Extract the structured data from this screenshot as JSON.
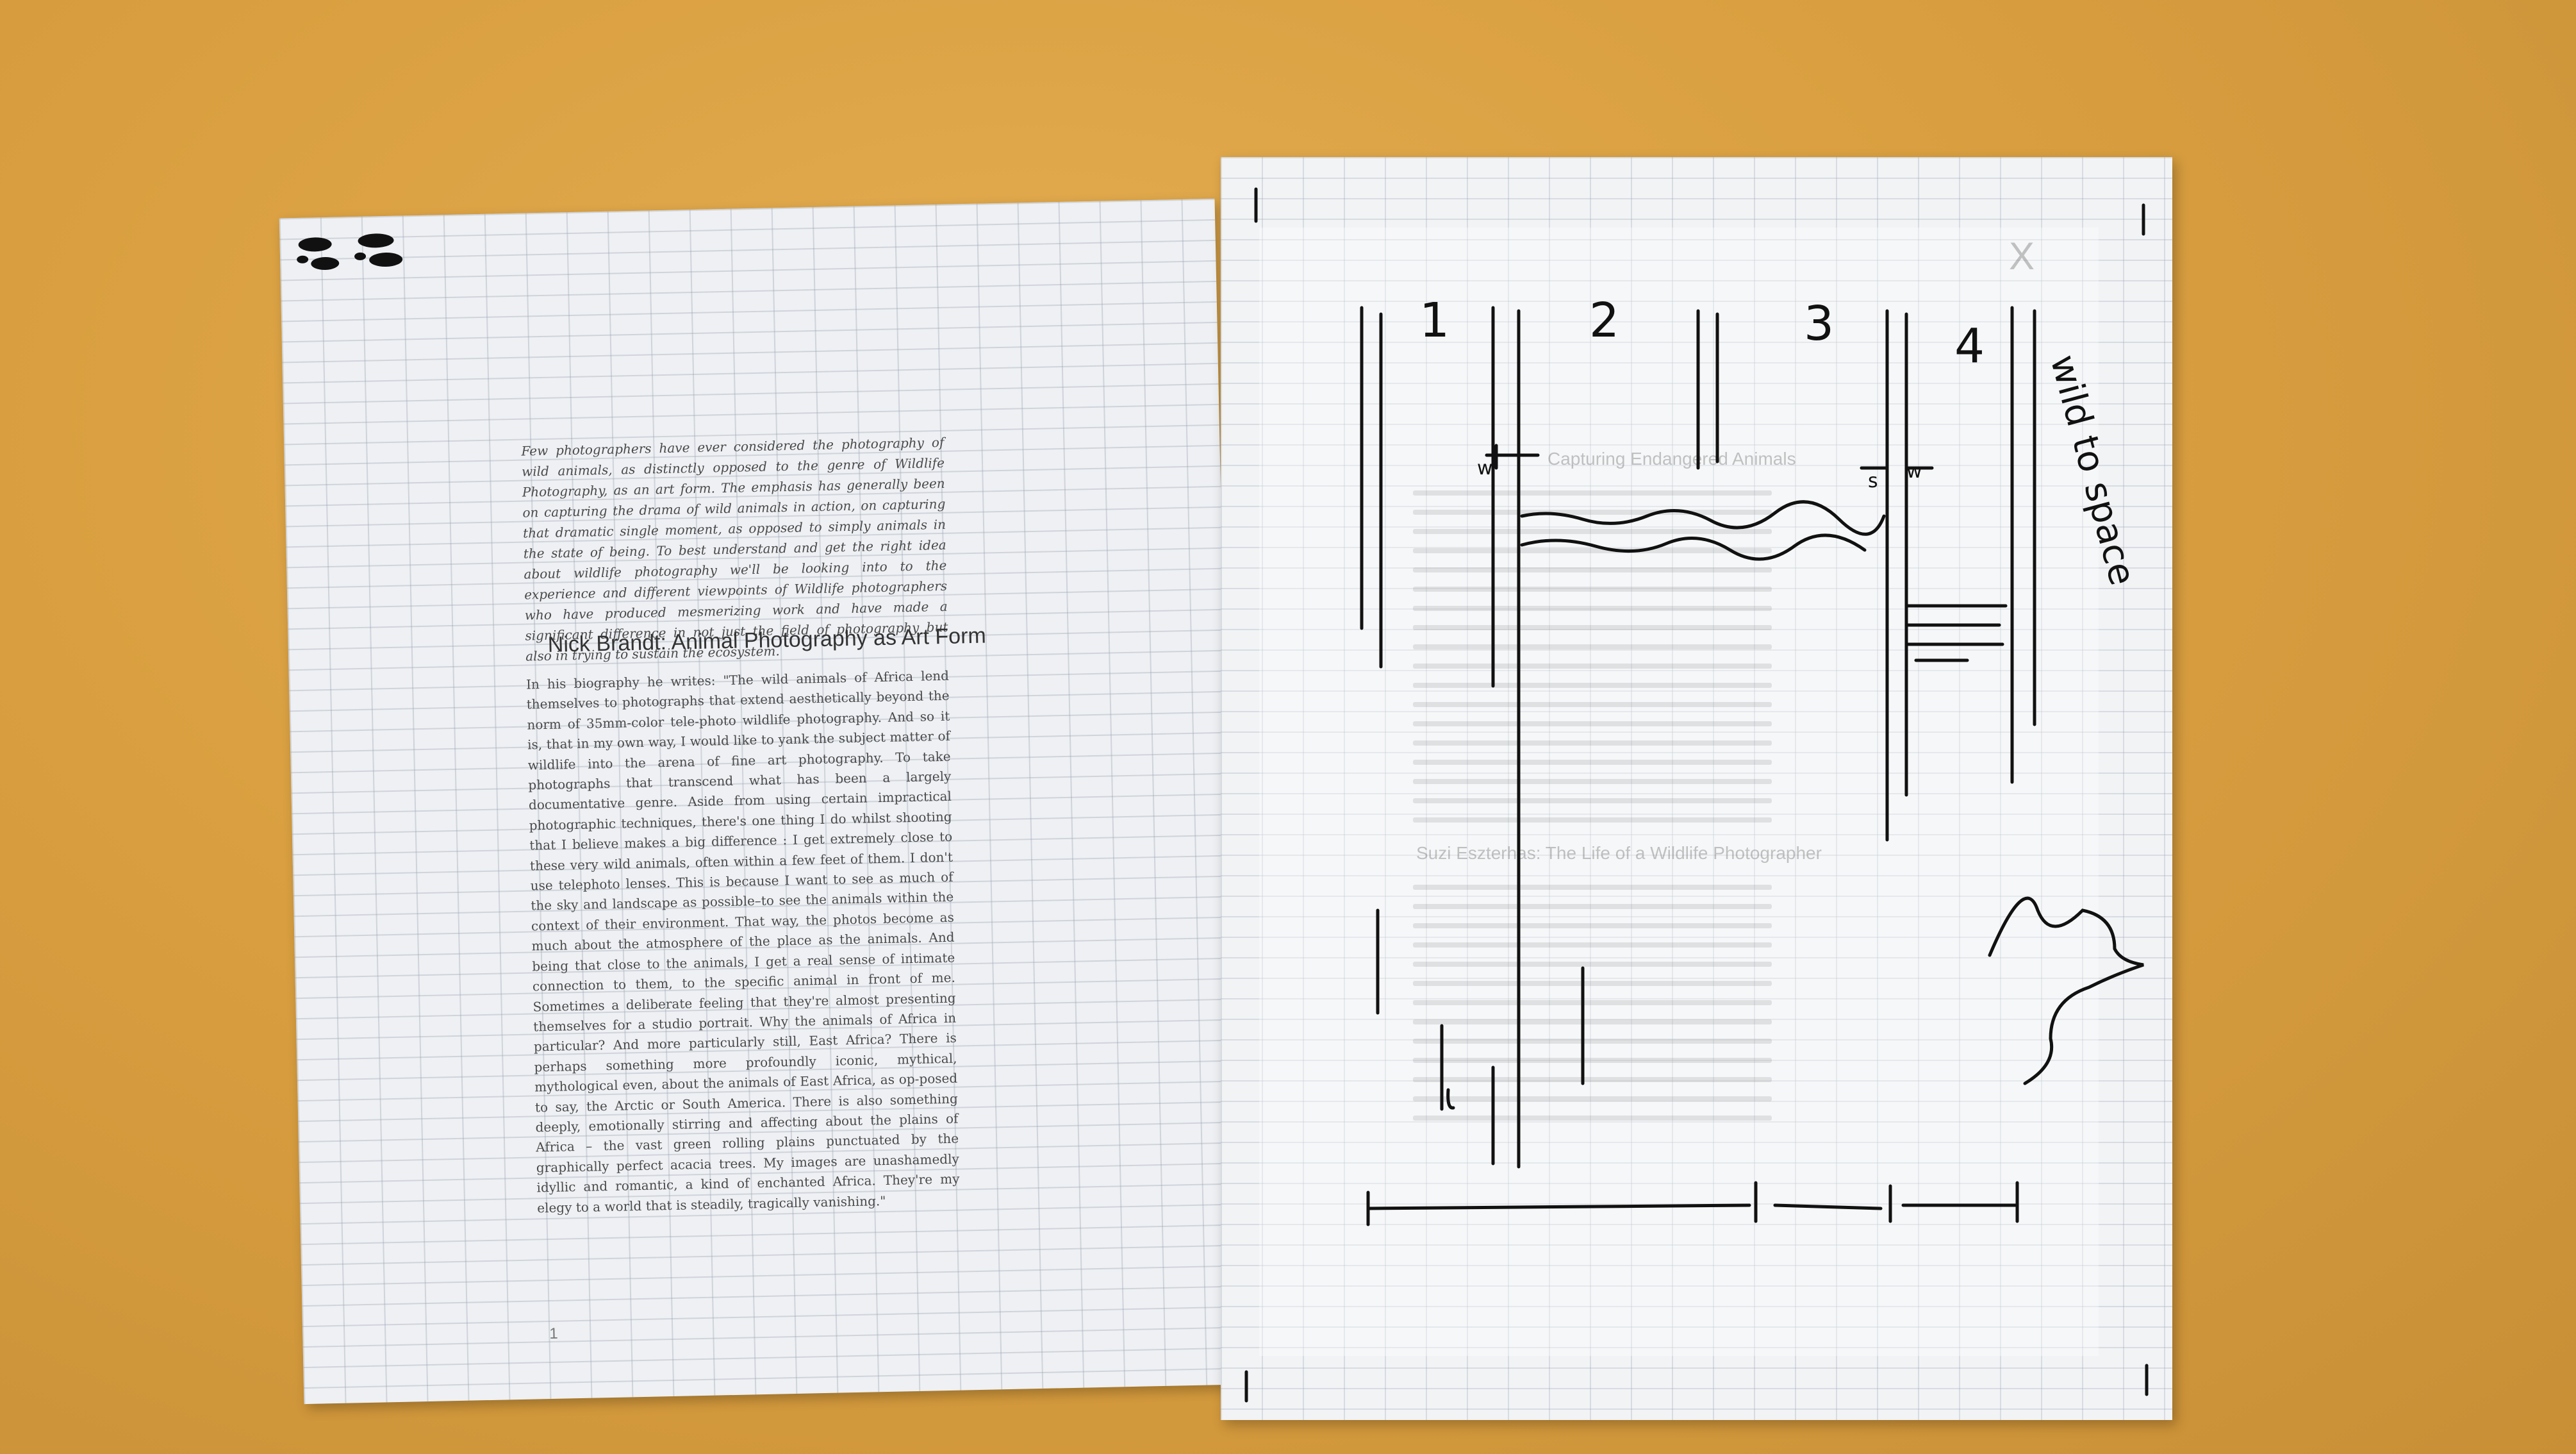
{
  "scene": {
    "description_free": true,
    "colors": {
      "board": "#d99f40",
      "paper": "#eef0f3",
      "ink": "#111111",
      "print": "#4a4a4a"
    }
  },
  "left_page": {
    "intro": "Few photographers have ever considered the photography of wild animals, as distinctly opposed to the genre of Wildlife Photography, as an art form. The emphasis has generally been on capturing the drama of wild animals in action, on capturing that dramatic single moment, as opposed to simply animals in the state of being. To best understand and get the right idea about wildlife photography we'll be looking into to the experience and different viewpoints of Wildlife photographers who have produced mesmerizing work and have made a significant difference in not just the field of photography but also in trying to sustain the ecosystem.",
    "heading": "Nick Brandt: Animal Photography as Art Form",
    "body": "In his biography he writes: \"The wild animals of Africa lend themselves to photographs that extend aesthetically beyond the norm of 35mm-color tele-photo wildlife photography. And so it is, that in my own way, I would like to yank the subject matter of wildlife into the arena of fine art photography. To take photographs that transcend what has been a largely documentative genre. Aside from using certain impractical photographic techniques, there's one thing I do whilst shooting that I believe makes a big difference : I get extremely close to these very wild animals, often within a few feet of them. I don't use telephoto lenses. This is because I want to see as much of the sky and landscape as possible–to see the animals within the context of their environment. That way, the photos become as much about the atmosphere of the place as the animals. And being that close to the animals, I get a real sense of intimate connection to them, to the specific animal in front of me. Sometimes a deliberate feeling that they're almost presenting themselves for a studio portrait. Why the animals of Africa in particular? And more particularly still, East Africa? There is perhaps something more profoundly iconic, mythical, mythological even, about the animals of East Africa, as op-posed to say, the Arctic or South America. There is also something deeply, emotionally stirring and affecting about the plains of Africa – the vast green rolling plains punctuated by the graphically perfect acacia trees. My images are unashamedly idyllic and romantic, a kind of enchanted Africa. They're my elegy to a world that is steadily, tragically vanishing.\"",
    "page_number": "1"
  },
  "right_page": {
    "faint_heading_1": "Capturing Endangered Animals",
    "faint_heading_2": "Suzi Eszterhas: The Life of a Wildlife Photographer",
    "corner_mark": "X",
    "handwriting": {
      "column_numbers": [
        "1",
        "2",
        "3",
        "4"
      ],
      "gutter_labels": [
        "w",
        "s",
        "w"
      ],
      "side_note": "wild to space"
    }
  }
}
